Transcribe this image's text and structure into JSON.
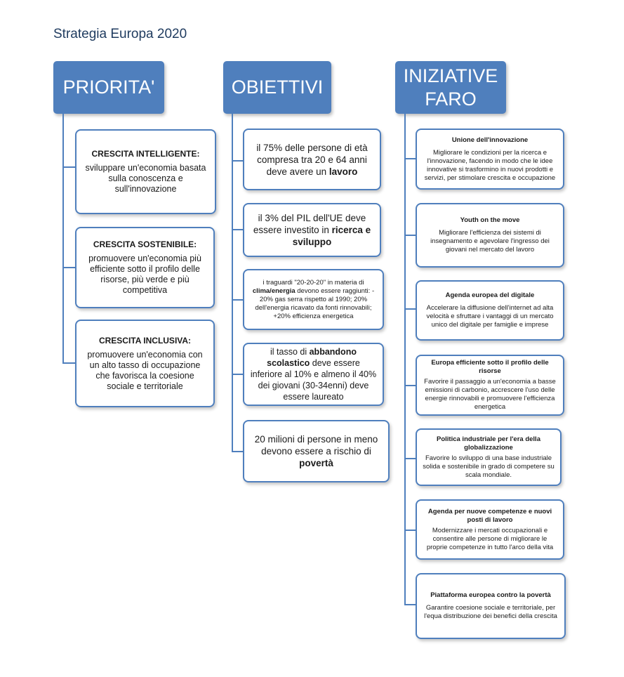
{
  "page_title": "Strategia Europa 2020",
  "columns": {
    "priorita": {
      "header": [
        "PRIORITA'"
      ]
    },
    "obiettivi": {
      "header": [
        "OBIETTIVI"
      ]
    },
    "iniziative": {
      "header": [
        "INIZIATIVE",
        "FARO"
      ]
    }
  },
  "priorita": [
    {
      "title": "CRESCITA INTELLIGENTE:",
      "text": "sviluppare un'economia basata sulla conoscenza e sull'innovazione"
    },
    {
      "title": "CRESCITA SOSTENIBILE:",
      "text": "promuovere un'economia più efficiente sotto il profilo delle risorse, più verde e più competitiva"
    },
    {
      "title": "CRESCITA INCLUSIVA:",
      "text": "promuovere un'economia con un alto tasso di occupazione che favorisca la coesione sociale e territoriale"
    }
  ],
  "obiettivi": [
    {
      "text_before": "il 75% delle persone di età compresa tra 20 e 64 anni deve avere un ",
      "bold": "lavoro",
      "text_after": ""
    },
    {
      "text_before": "il 3% del PIL dell'UE deve essere investito in ",
      "bold": "ricerca e sviluppo",
      "text_after": ""
    },
    {
      "text_before": "i traguardi \"20-20-20\" in materia di ",
      "bold": "clima/energia",
      "text_after": " devono essere raggiunti: - 20% gas serra rispetto al 1990; 20% dell'energia ricavato da fonti rinnovabili; +20% efficienza energetica"
    },
    {
      "text_before": "il tasso di ",
      "bold": "abbandono scolastico",
      "text_after": " deve essere inferiore al 10% e almeno il 40% dei giovani (30-34enni) deve essere laureato"
    },
    {
      "text_before": "20 milioni di persone in meno devono essere a rischio di ",
      "bold": "povertà",
      "text_after": ""
    }
  ],
  "iniziative": [
    {
      "title": "Unione dell'innovazione",
      "text": "Migliorare le condizioni per la ricerca e l'innovazione, facendo in modo che le idee innovative si trasformino in nuovi prodotti e servizi, per stimolare crescita e occupazione"
    },
    {
      "title": "Youth on the move",
      "text": "Migliorare l'efficienza dei sistemi di insegnamento e agevolare l'ingresso dei giovani nel mercato del lavoro"
    },
    {
      "title": "Agenda europea del digitale",
      "text": "Accelerare la diffusione dell'internet ad alta velocità e sfruttare i vantaggi di un mercato unico del digitale per famiglie e imprese"
    },
    {
      "title": "Europa efficiente sotto il profilo delle risorse",
      "text": "Favorire il passaggio a un'economia a basse emissioni di carbonio, accrescere l'uso delle energie rinnovabili e promuovere l'efficienza energetica"
    },
    {
      "title": "Politica industriale per l'era della globalizzazione",
      "text": "Favorire lo sviluppo di una base industriale solida e sostenibile in grado di competere su scala mondiale."
    },
    {
      "title": "Agenda per nuove competenze e nuovi posti di lavoro",
      "text": "Modernizzare i mercati occupazionali e consentire alle persone di migliorare le proprie competenze in tutto l'arco della vita"
    },
    {
      "title": "Piattaforma europea contro la povertà",
      "text": "Garantire coesione sociale e territoriale, per l'equa distribuzione dei benefici della crescita"
    }
  ],
  "colors": {
    "accent": "#4f7fbd",
    "title": "#1f3b5f"
  }
}
